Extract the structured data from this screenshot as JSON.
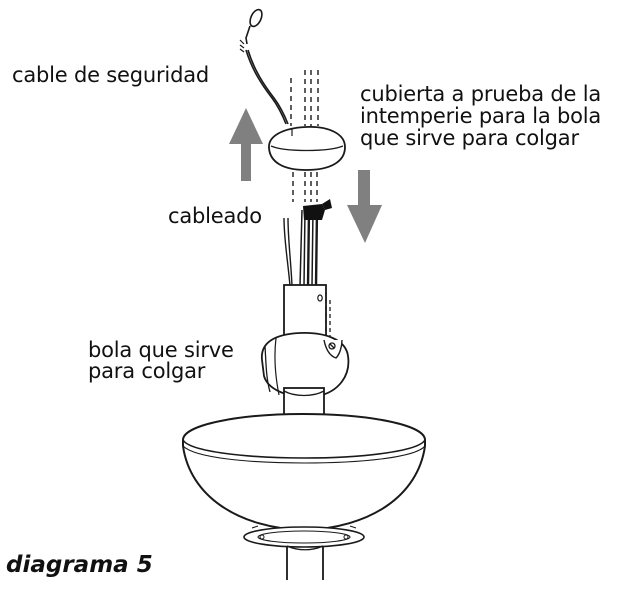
{
  "labels": {
    "safety_cable": "cable de seguridad",
    "weather_cover_line1": "cubierta a prueba de la",
    "weather_cover_line2": "intemperie para la bola",
    "weather_cover_line3": "que sirve para colgar",
    "wiring": "cableado",
    "hanging_ball_line1": "bola que sirve",
    "hanging_ball_line2": "para colgar"
  },
  "caption": "diagrama 5",
  "colors": {
    "line": "#1a1a1a",
    "arrow": "#808080",
    "fill": "#ffffff",
    "connector": "#111111"
  },
  "icons": {
    "up_arrow": "arrow-up-icon",
    "down_arrow": "arrow-down-icon"
  }
}
